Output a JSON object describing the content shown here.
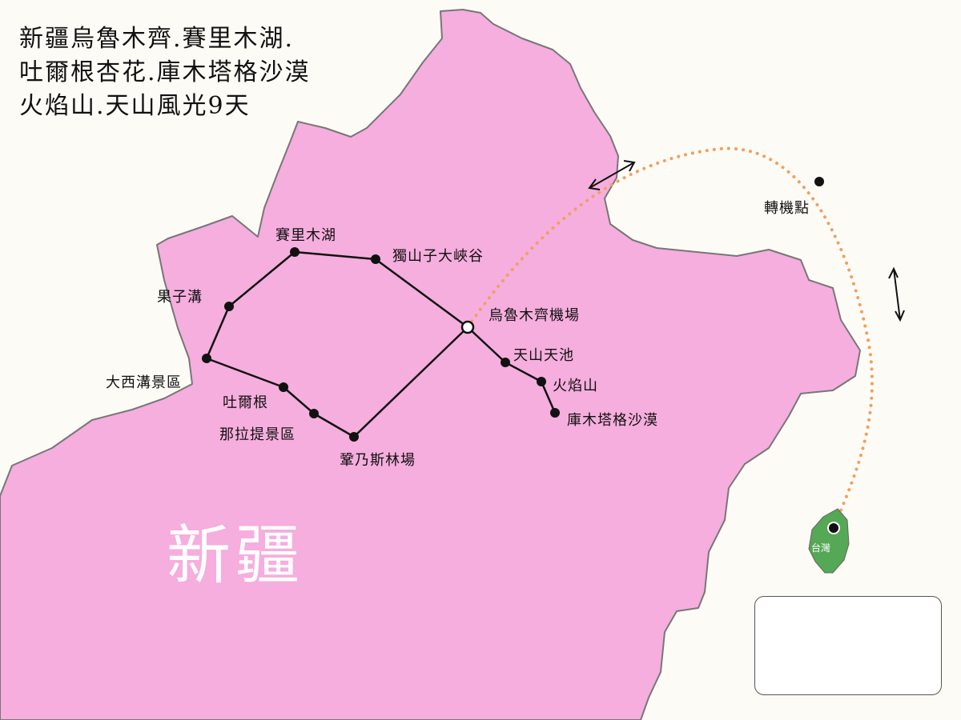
{
  "title_lines": [
    "新疆烏魯木齊.賽里木湖.",
    "吐爾根杏花.庫木塔格沙漠",
    "火焰山.天山風光9天"
  ],
  "region_name": "新疆",
  "places": {
    "sayram_lake": "賽里木湖",
    "dushanzi": "獨山子大峽谷",
    "guozigou": "果子溝",
    "urumqi_airport": "烏魯木齊機場",
    "tianchi": "天山天池",
    "flaming_mountains": "火焰山",
    "kumtag": "庫木塔格沙漠",
    "daxigou": "大西溝景區",
    "tuergen": "吐爾根",
    "nalati": "那拉提景區",
    "gongnaisi": "鞏乃斯林場",
    "transfer": "轉機點",
    "taiwan": "台灣"
  },
  "colors": {
    "xinjiang_fill": "#f5aede",
    "border": "#777777",
    "route_line": "#111111",
    "flight_dots": "#f0a060",
    "taiwan_fill": "#55a855"
  },
  "legend": {
    "flight_icon": "airplane-icon",
    "bus_icon": "bus-icon"
  }
}
